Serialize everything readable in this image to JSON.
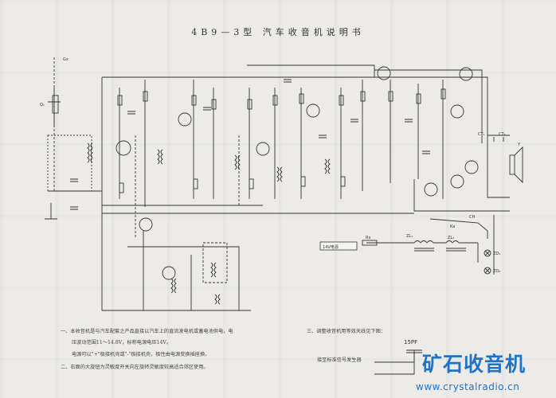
{
  "doc": {
    "title": "4B9—3型 汽车收音机说明书"
  },
  "labels": {
    "antenna": "Gx",
    "ext_speaker_1": "CT₁",
    "ext_speaker_2": "CT₂",
    "speaker": "Y",
    "power_label": "14V电源",
    "z1": "ZL₁",
    "z2": "ZL₂",
    "lamp1": "ZD₁",
    "lamp2": "ZD₂",
    "fuse": "Rx",
    "ka": "Ka",
    "ch": "CH",
    "q": "Q₁"
  },
  "notes": {
    "n1_line1": "一、本收音机是与汽车配套之产品直接以汽车上的直流发电机或蓄电池供电，电",
    "n1_line2": "压波动范围11～14.8V，标称电源电压14V。",
    "n1_line3": "电源可以\"+\"极接机壳或\"-\"极接机壳，极性由电源变换插座换。",
    "n2_line1": "二、右面的大旋钮为灵敏度开关向左旋转灵敏度较高适合郊区使用。",
    "n3_line1": "三、调整收音机用等效天线见下图：",
    "n3_line2": "接至标准信号发生器",
    "cap_value": "15PF"
  },
  "watermark": {
    "name": "矿石收音机",
    "url": "www.crystalradio.cn",
    "color": "#1f73c4"
  }
}
